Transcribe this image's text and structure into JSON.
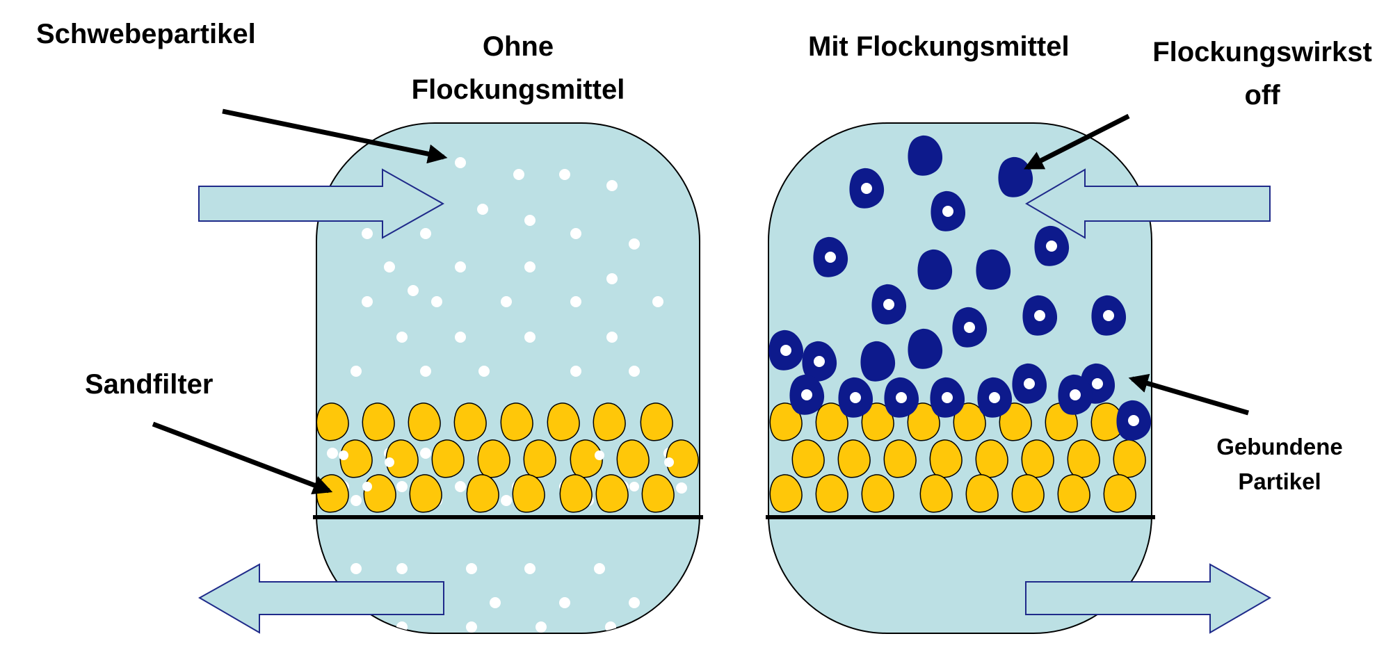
{
  "labels": {
    "schwebepartikel": "Schwebepartikel",
    "ohne_line1": "Ohne",
    "ohne_line2": "Flockungsmittel",
    "mit": "Mit Flockungsmittel",
    "wirkstoff_line1": "Flockungswirkst",
    "wirkstoff_line2": "off",
    "sandfilter": "Sandfilter",
    "gebundene_line1": "Gebundene",
    "gebundene_line2": "Partikel"
  },
  "colors": {
    "water": "#bce0e4",
    "water_outline": "#000000",
    "flow_arrow_fill": "#bce0e4",
    "flow_arrow_stroke": "#1f2a8a",
    "sand": "#ffc709",
    "floc": "#0d1a8c",
    "particle": "#ffffff",
    "pointer": "#000000"
  }
}
